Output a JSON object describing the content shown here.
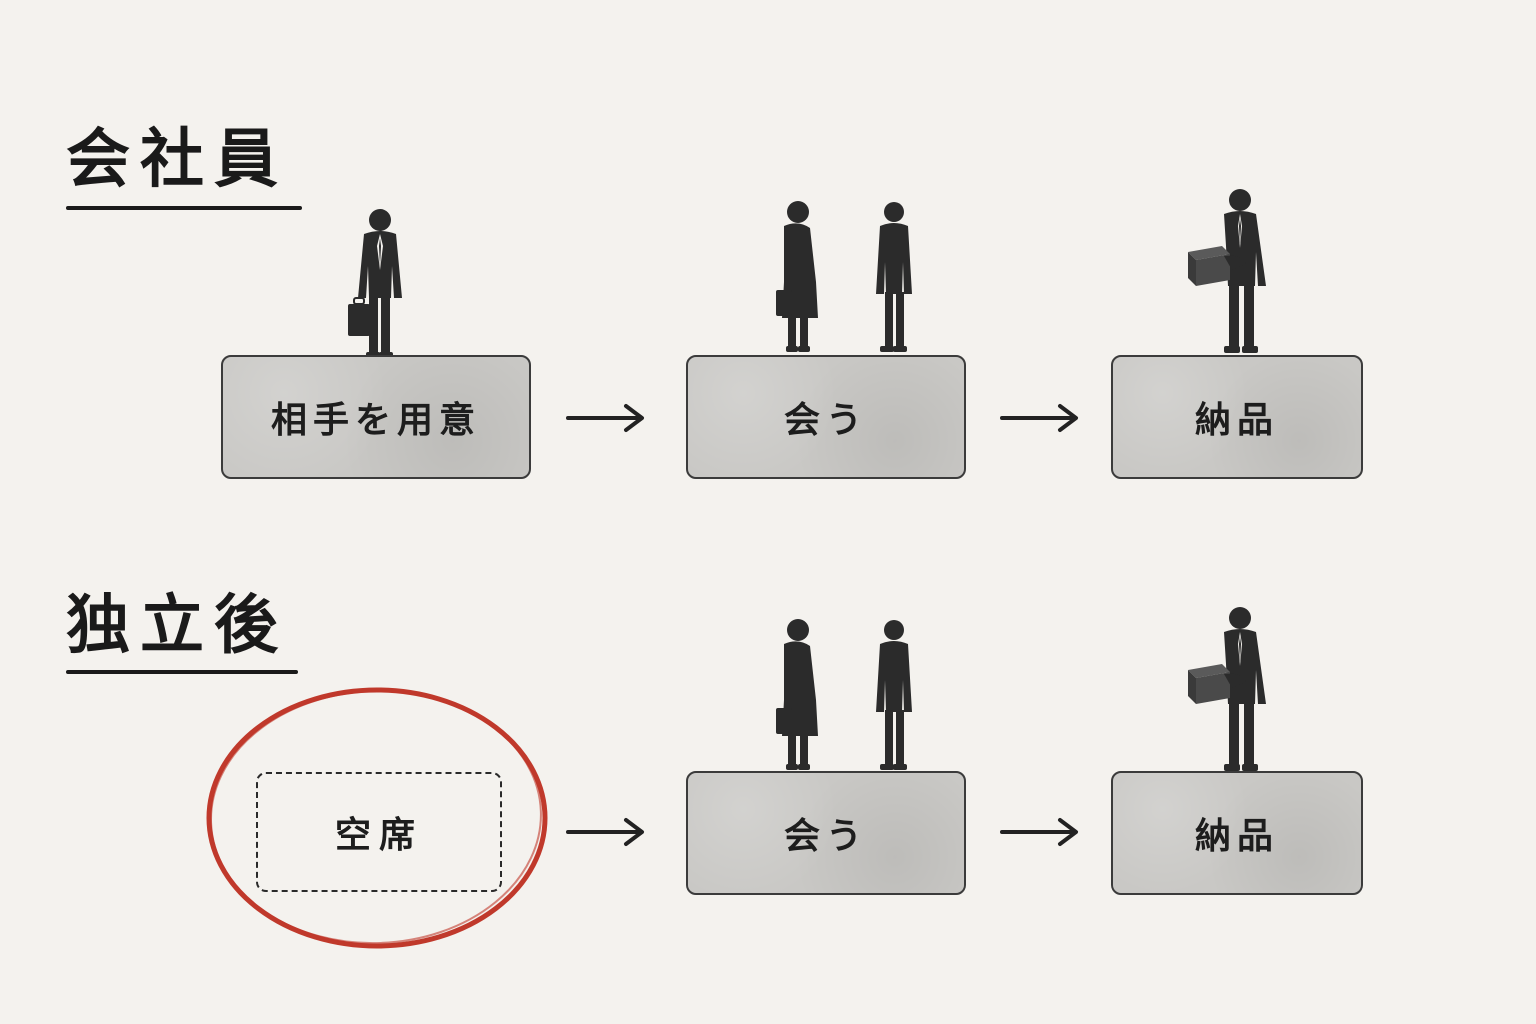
{
  "sections": [
    {
      "title": "会社員",
      "steps": [
        {
          "label": "相手を用意",
          "figure": "businessman-with-briefcase-icon"
        },
        {
          "label": "会う",
          "figure": "meeting-people-icon"
        },
        {
          "label": "納品",
          "figure": "person-holding-box-icon"
        }
      ]
    },
    {
      "title": "独立後",
      "steps": [
        {
          "label": "空席",
          "style": "dashed-empty",
          "highlight": "red-circle"
        },
        {
          "label": "会う",
          "figure": "meeting-people-icon"
        },
        {
          "label": "納品",
          "figure": "person-holding-box-icon"
        }
      ]
    }
  ],
  "colors": {
    "background": "#f4f2ee",
    "box_fill": "#c9c8c5",
    "ink": "#1c1c1c",
    "highlight_red": "#c0392b"
  }
}
